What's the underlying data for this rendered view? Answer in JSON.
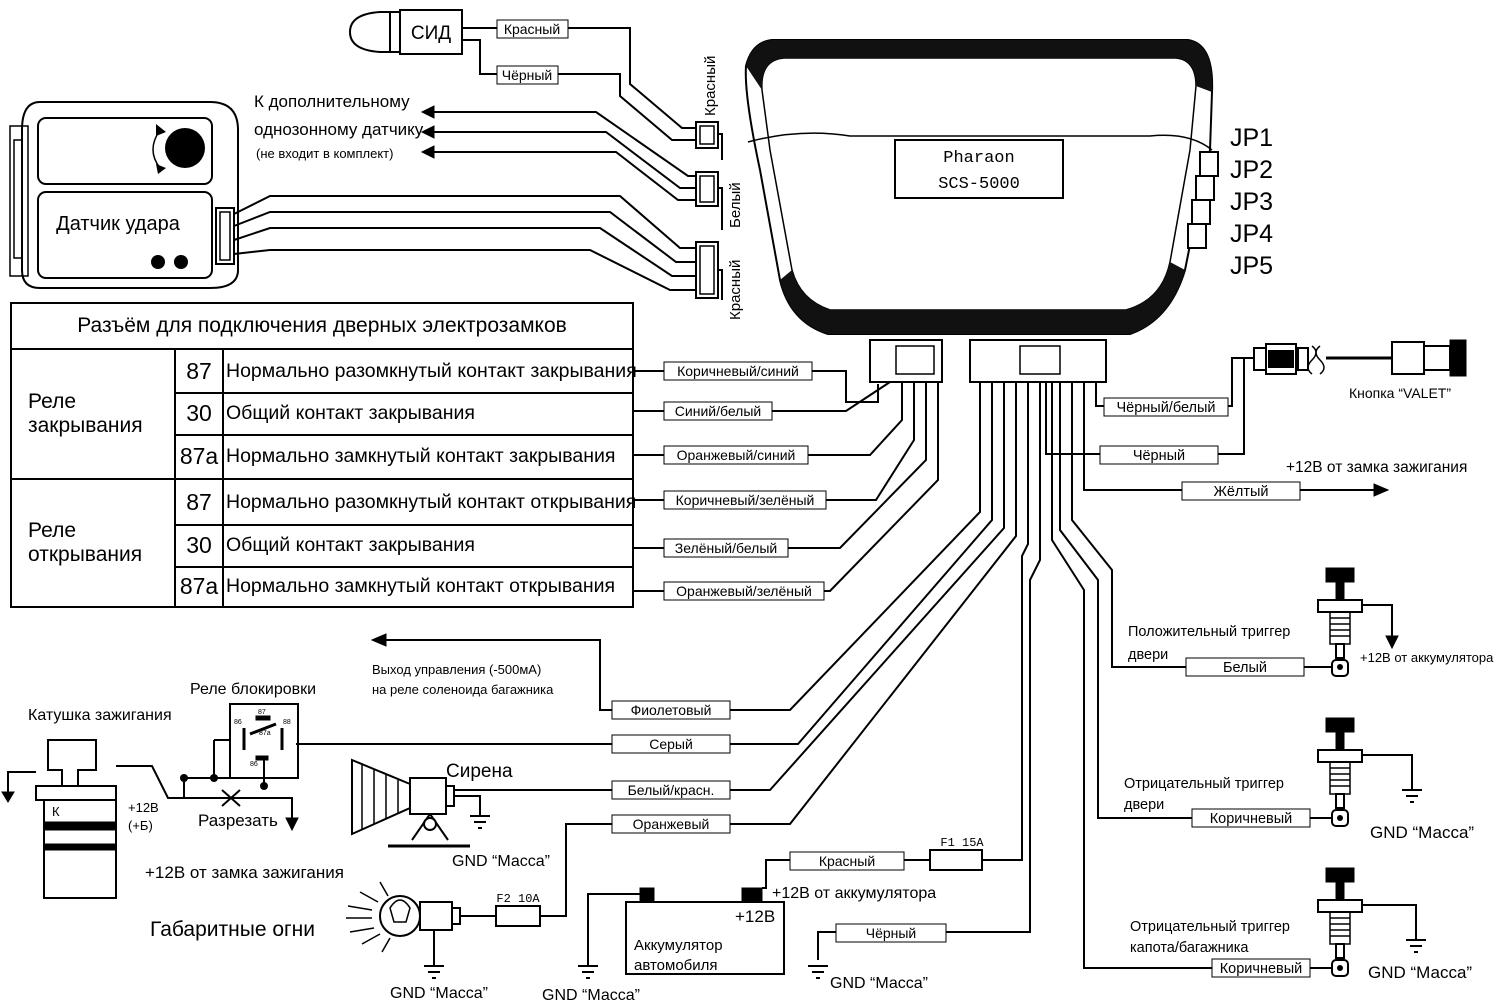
{
  "unit": {
    "brand": "Pharaon",
    "model": "SCS-5000",
    "jumpers": [
      "JP1",
      "JP2",
      "JP3",
      "JP4",
      "JP5"
    ]
  },
  "led": {
    "label": "СИД",
    "wire_red": "Красный",
    "wire_black": "Чёрный"
  },
  "connectors": {
    "red_top": "Красный",
    "white": "Белый",
    "red_bottom": "Красный"
  },
  "extra_sensor": {
    "line1": "К дополнительному",
    "line2": "однозонному датчику",
    "note": "(не входит в комплект)"
  },
  "shock_sensor": {
    "label": "Датчик удара"
  },
  "door_locks": {
    "title": "Разъём для подключения дверных электрозамков",
    "groups": [
      {
        "name_line1": "Реле",
        "name_line2": "закрывания",
        "rows": [
          {
            "pin": "87",
            "desc": "Нормально разомкнутый контакт закрывания",
            "wire": "Коричневый/синий"
          },
          {
            "pin": "30",
            "desc": "Общий контакт закрывания",
            "wire": "Синий/белый"
          },
          {
            "pin": "87a",
            "desc": "Нормально замкнутый контакт закрывания",
            "wire": "Оранжевый/синий"
          }
        ]
      },
      {
        "name_line1": "Реле",
        "name_line2": "открывания",
        "rows": [
          {
            "pin": "87",
            "desc": "Нормально разомкнутый контакт открывания",
            "wire": "Коричневый/зелёный"
          },
          {
            "pin": "30",
            "desc": "Общий контакт закрывания",
            "wire": "Зелёный/белый"
          },
          {
            "pin": "87a",
            "desc": "Нормально замкнутый контакт открывания",
            "wire": "Оранжевый/зелёный"
          }
        ]
      }
    ]
  },
  "right_side": {
    "valet_wire": "Чёрный/белый",
    "valet_button": "Кнопка “VALET”",
    "black_wire": "Чёрный",
    "ignition_label": "+12В от замка зажигания",
    "yellow_wire": "Жёлтый",
    "pos_trigger_line1": "Положительный триггер",
    "pos_trigger_line2": "двери",
    "white_wire": "Белый",
    "battery_plus": "+12В от аккумулятора",
    "neg_door_line1": "Отрицательный триггер",
    "neg_door_line2": "двери",
    "brown_wire1": "Коричневый",
    "gnd_mass1": "GND “Масса”",
    "neg_hood_line1": "Отрицательный триггер",
    "neg_hood_line2": "капота/багажника",
    "brown_wire2": "Коричневый",
    "gnd_mass2": "GND “Масса”"
  },
  "lower_left": {
    "trunk_line1": "Выход управления (-500мА)",
    "trunk_line2": "на реле соленоида багажника",
    "violet_wire": "Фиолетовый",
    "relay_title": "Реле блокировки",
    "coil_title": "Катушка зажигания",
    "gray_wire": "Серый",
    "coil_k": "К",
    "coil_plus1": "+12В",
    "coil_plus2": "(+Б)",
    "cut": "Разрезать",
    "ign_plus": "+12В от замка зажигания",
    "siren": "Сирена",
    "white_red_wire": "Белый/красн.",
    "orange_wire": "Оранжевый",
    "gnd_siren": "GND “Масса”",
    "parking_lights": "Габаритные огни",
    "fuse2": "F2 10A",
    "gnd_lights": "GND “Масса”",
    "gnd_battery": "GND “Масса”",
    "battery_line1": "Аккумулятор",
    "battery_line2": "автомобиля",
    "battery_term": "+12В",
    "battery_feed": "+12В от аккумулятора",
    "red_wire": "Красный",
    "fuse1": "F1 15A",
    "black_gnd_wire": "Чёрный",
    "gnd_black": "GND “Масса”"
  }
}
